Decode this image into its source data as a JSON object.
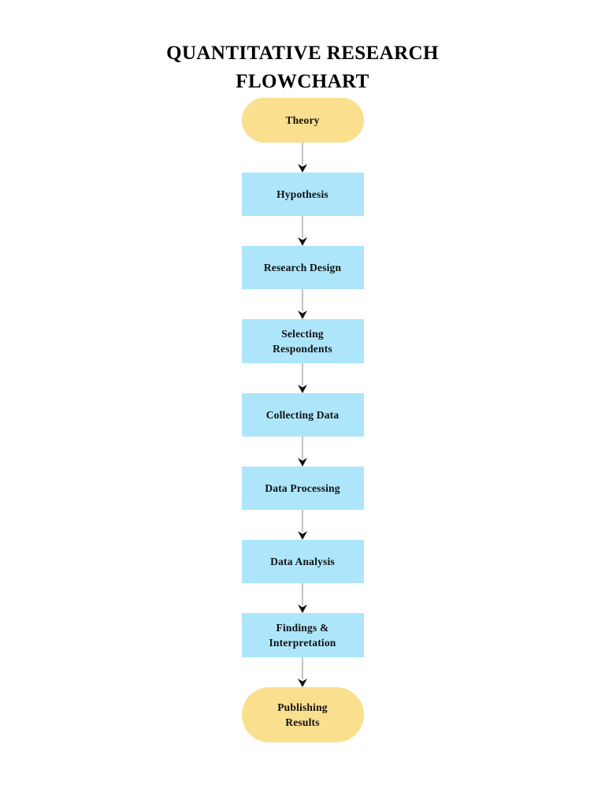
{
  "document": {
    "title_lines": [
      "QUANTITATIVE RESEARCH",
      "FLOWCHART"
    ],
    "background_color": "#ffffff"
  },
  "theme": {
    "terminal_fill": "#FADF8E",
    "process_fill": "#ADE6FB",
    "text_color": "#111111",
    "connector_line_color": "#9a9a9a",
    "connector_arrow_color": "#111111"
  },
  "flowchart": {
    "orientation": "top-to-bottom",
    "nodes": [
      {
        "id": "theory",
        "label": "Theory",
        "shape": "stadium",
        "fill": "#FADF8E",
        "lines": 1
      },
      {
        "id": "hypothesis",
        "label": "Hypothesis",
        "shape": "rectangle",
        "fill": "#ADE6FB",
        "lines": 1
      },
      {
        "id": "research-design",
        "label": "Research Design",
        "shape": "rectangle",
        "fill": "#ADE6FB",
        "lines": 1
      },
      {
        "id": "selecting-respondents",
        "label": "Selecting\nRespondents",
        "shape": "rectangle",
        "fill": "#ADE6FB",
        "lines": 2
      },
      {
        "id": "collecting-data",
        "label": "Collecting Data",
        "shape": "rectangle",
        "fill": "#ADE6FB",
        "lines": 1
      },
      {
        "id": "data-processing",
        "label": "Data Processing",
        "shape": "rectangle",
        "fill": "#ADE6FB",
        "lines": 1
      },
      {
        "id": "data-analysis",
        "label": "Data Analysis",
        "shape": "rectangle",
        "fill": "#ADE6FB",
        "lines": 1
      },
      {
        "id": "findings-interpretation",
        "label": "Findings &\nInterpretation",
        "shape": "rectangle",
        "fill": "#ADE6FB",
        "lines": 2
      },
      {
        "id": "publishing-results",
        "label": "Publishing\nResults",
        "shape": "stadium",
        "fill": "#FADF8E",
        "lines": 2
      }
    ],
    "edges": [
      {
        "from": "theory",
        "to": "hypothesis",
        "arrow": "down-arrow-icon"
      },
      {
        "from": "hypothesis",
        "to": "research-design",
        "arrow": "down-arrow-icon"
      },
      {
        "from": "research-design",
        "to": "selecting-respondents",
        "arrow": "down-arrow-icon"
      },
      {
        "from": "selecting-respondents",
        "to": "collecting-data",
        "arrow": "down-arrow-icon"
      },
      {
        "from": "collecting-data",
        "to": "data-processing",
        "arrow": "down-arrow-icon"
      },
      {
        "from": "data-processing",
        "to": "data-analysis",
        "arrow": "down-arrow-icon"
      },
      {
        "from": "data-analysis",
        "to": "findings-interpretation",
        "arrow": "down-arrow-icon"
      },
      {
        "from": "findings-interpretation",
        "to": "publishing-results",
        "arrow": "down-arrow-icon"
      }
    ],
    "edge_gaps": [
      38,
      38,
      38,
      38,
      38,
      38,
      38,
      38
    ]
  }
}
